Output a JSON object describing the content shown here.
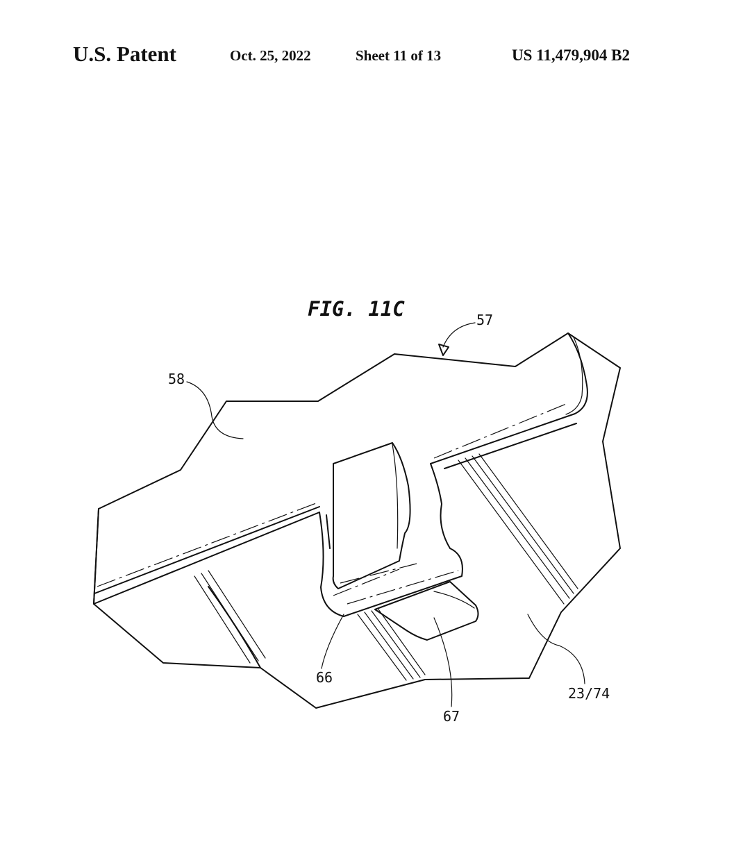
{
  "header": {
    "title": "U.S. Patent",
    "date": "Oct. 25, 2022",
    "sheet": "Sheet 11 of 13",
    "patent_number": "US 11,479,904 B2"
  },
  "figure": {
    "title": "FIG. 11C",
    "labels": {
      "ref_57": "57",
      "ref_58": "58",
      "ref_66": "66",
      "ref_67": "67",
      "ref_23_74": "23/74"
    }
  },
  "colors": {
    "ink": "#111111",
    "paper": "#ffffff"
  }
}
